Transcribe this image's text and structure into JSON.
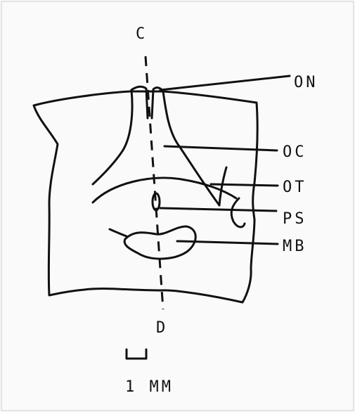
{
  "figure": {
    "labels": {
      "axis_top": "C",
      "axis_bottom": "D",
      "on": "ON",
      "oc": "OC",
      "ot": "OT",
      "ps": "PS",
      "mb": "MB"
    },
    "scale_bar_label": "1 MM"
  },
  "colors": {
    "ink": "#111111",
    "paper": "#fafafa"
  }
}
